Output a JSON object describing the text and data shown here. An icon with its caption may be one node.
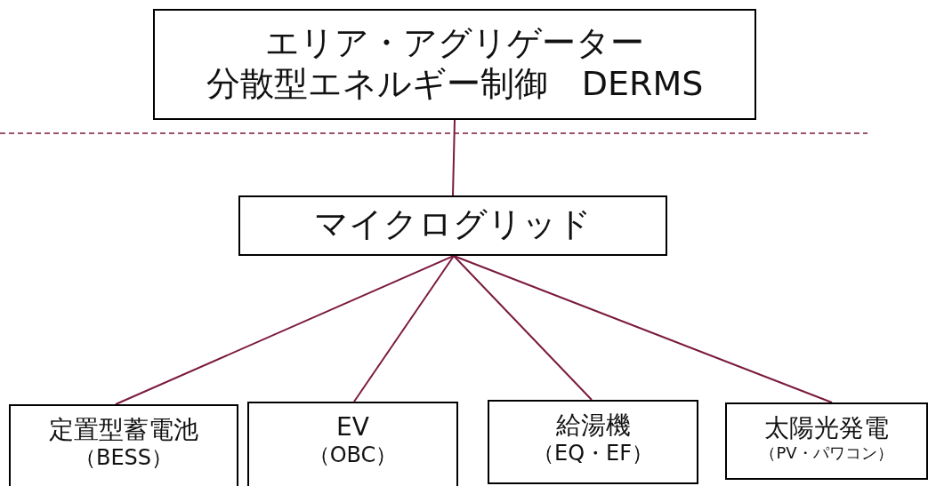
{
  "diagram": {
    "nodes": [
      {
        "text": [
          "エリア・アグリゲーター",
          "分散型エネルギー制御　DERMS"
        ]
      },
      {
        "text": [
          "マイクログリッド"
        ]
      },
      {
        "text": [
          "定置型蓄電池",
          "（BESS）"
        ]
      },
      {
        "text": [
          "EV",
          "（OBC）"
        ]
      },
      {
        "text": [
          "給湯機",
          "（EQ・EF）"
        ]
      },
      {
        "text": [
          "太陽光発電",
          "（PV・パワコン）"
        ]
      }
    ],
    "edges": [
      {
        "from": 0,
        "to": 1,
        "arrow": "none"
      },
      {
        "from": 1,
        "to": 2,
        "arrow": "none"
      },
      {
        "from": 1,
        "to": 3,
        "arrow": "none"
      },
      {
        "from": 1,
        "to": 4,
        "arrow": "none"
      },
      {
        "from": 1,
        "to": 5,
        "arrow": "none"
      }
    ]
  }
}
